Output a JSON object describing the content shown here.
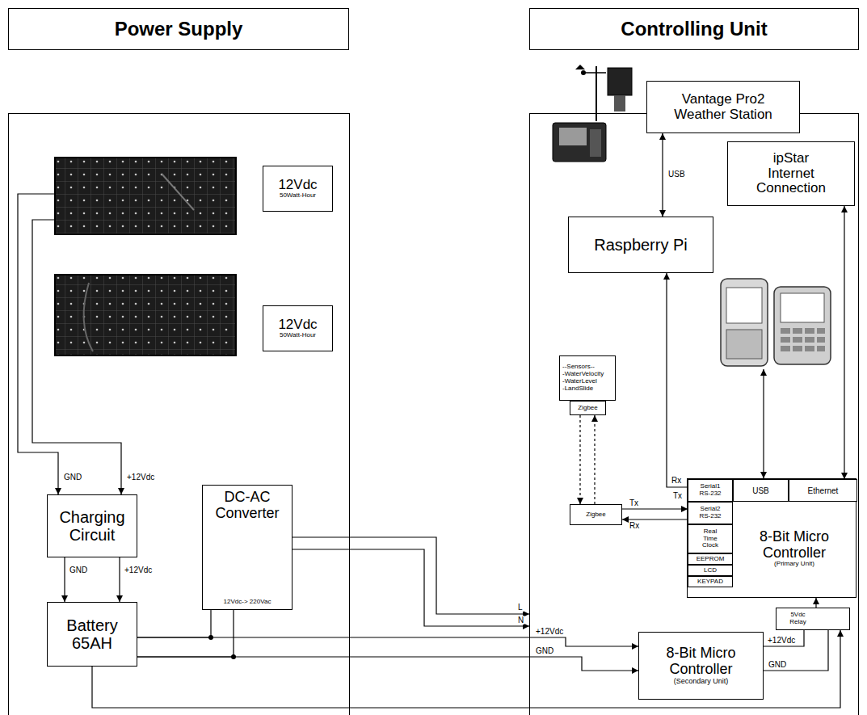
{
  "diagram": {
    "nodes": [
      {
        "text": [
          "Power Supply"
        ]
      },
      {
        "text": [
          "Controlling Unit"
        ]
      },
      {
        "text": [
          "12Vdc",
          "50Watt-Hour"
        ]
      },
      {
        "text": [
          "12Vdc",
          "50Watt-Hour"
        ]
      },
      {
        "text": [
          "Charging Circuit"
        ]
      },
      {
        "text": [
          "DC-AC Converter",
          "12Vdc-> 220Vac"
        ]
      },
      {
        "text": [
          "Battery 65AH"
        ]
      },
      {
        "text": [
          "Vantage Pro2 Weather Station"
        ]
      },
      {
        "text": [
          "ipStar Internet Connection"
        ]
      },
      {
        "text": [
          "Raspberry Pi"
        ]
      },
      {
        "text": [
          "--Sensors--",
          "-WaterVelocity",
          "-WaterLevel",
          "-LandSlide"
        ]
      },
      {
        "text": [
          "Zigbee"
        ]
      },
      {
        "text": [
          "Zigbee"
        ]
      },
      {
        "text": [
          "8-Bit Micro Controller",
          "(Primary Unit)"
        ]
      },
      {
        "text": [
          "Serial1 RS-232"
        ],
        "in": 13
      },
      {
        "text": [
          "USB"
        ],
        "in": 13
      },
      {
        "text": [
          "Ethernet"
        ],
        "in": 13
      },
      {
        "text": [
          "Serial2 RS-232"
        ],
        "in": 13
      },
      {
        "text": [
          "Real Time Clock"
        ],
        "in": 13
      },
      {
        "text": [
          "EEPROM"
        ],
        "in": 13
      },
      {
        "text": [
          "LCD"
        ],
        "in": 13
      },
      {
        "text": [
          "KEYPAD"
        ],
        "in": 13
      },
      {
        "text": [
          "8-Bit Micro Controller",
          "(Secondary Unit)"
        ]
      },
      {
        "text": [
          "5Vdc Relay"
        ]
      }
    ],
    "edges": [
      {
        "from": 4,
        "to": 6,
        "arrow": "to",
        "label": "GND"
      },
      {
        "from": 4,
        "to": 6,
        "arrow": "to",
        "label": "+12Vdc"
      },
      {
        "from": 6,
        "to": 5,
        "arrow": "none"
      },
      {
        "from": 6,
        "to": 5,
        "arrow": "none"
      },
      {
        "from": 6,
        "to": 22,
        "arrow": "to",
        "label": "+12Vdc"
      },
      {
        "from": 6,
        "to": 22,
        "arrow": "to",
        "label": "GND"
      },
      {
        "from": 6,
        "to": 23,
        "arrow": "to"
      },
      {
        "from": 22,
        "to": 23,
        "arrow": "none",
        "label": "+12Vdc"
      },
      {
        "from": 22,
        "to": 23,
        "arrow": "none",
        "label": "GND"
      },
      {
        "from": 23,
        "to": 13,
        "arrow": "to"
      },
      {
        "from": 7,
        "to": 9,
        "arrow": "both",
        "label": "USB"
      },
      {
        "from": 8,
        "to": 16,
        "arrow": "both"
      },
      {
        "from": 14,
        "to": 9,
        "arrow": "to",
        "label": "Rx"
      },
      {
        "from": 11,
        "to": 12,
        "arrow": "to"
      },
      {
        "from": 12,
        "to": 11,
        "arrow": "to"
      },
      {
        "from": 12,
        "to": 17,
        "arrow": "to",
        "label": "Tx"
      },
      {
        "from": 17,
        "to": 12,
        "arrow": "to",
        "label": "Rx"
      }
    ],
    "labels": [
      "GND",
      "+12Vdc",
      "L",
      "N",
      "Tx"
    ]
  }
}
